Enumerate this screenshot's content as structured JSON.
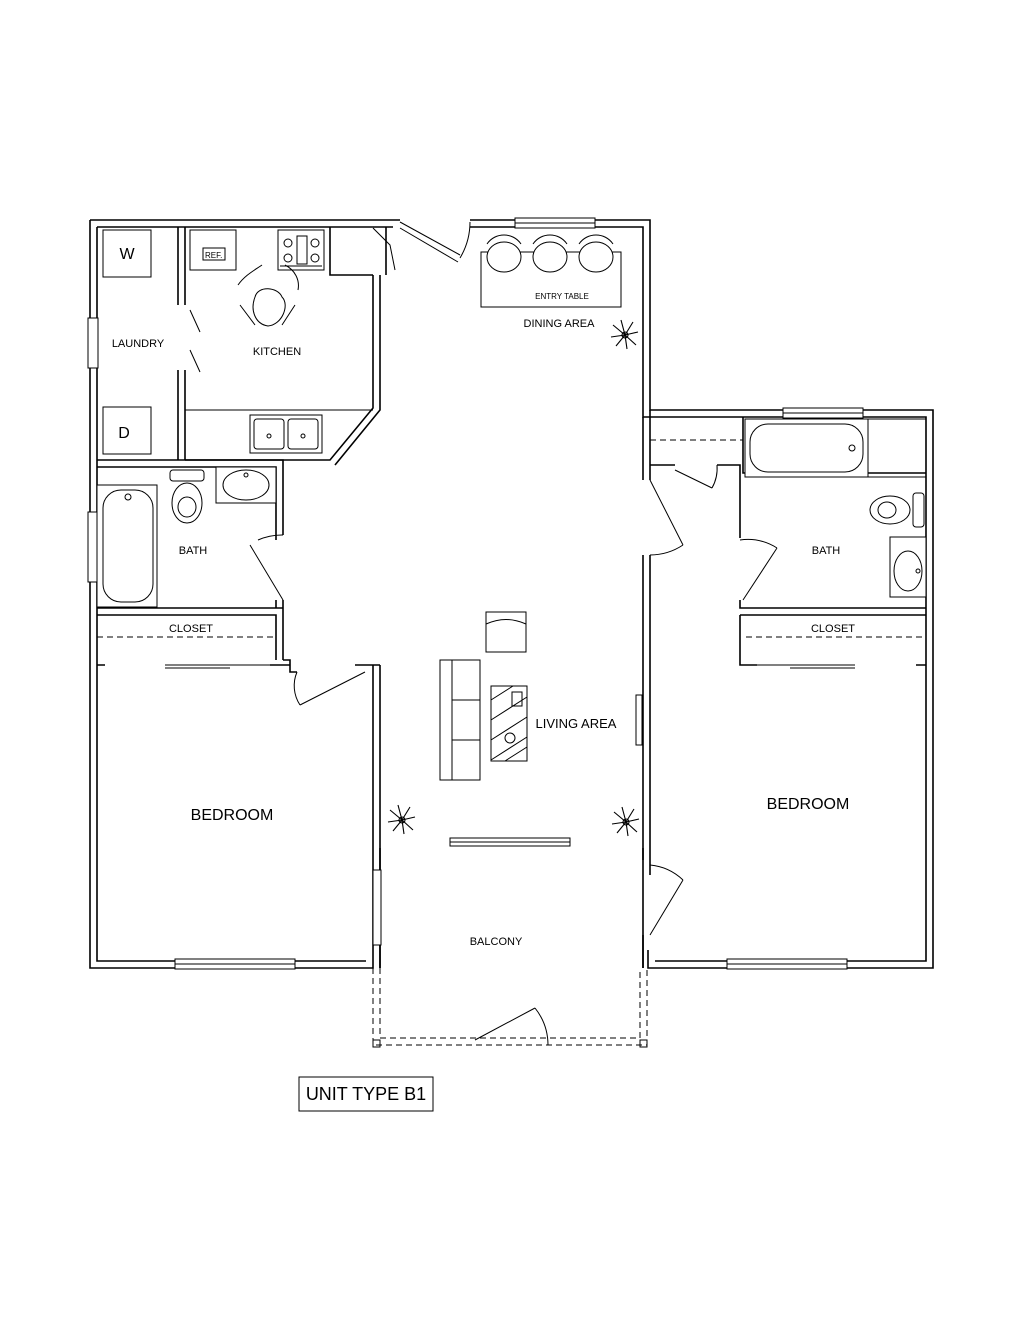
{
  "plan": {
    "unit_label": "UNIT TYPE B1",
    "rooms": {
      "laundry": "LAUNDRY",
      "kitchen": "KITCHEN",
      "dining_area": "DINING AREA",
      "entry_table": "ENTRY TABLE",
      "bath_left": "BATH",
      "bath_right": "BATH",
      "closet_left": "CLOSET",
      "closet_right": "CLOSET",
      "living_area": "LIVING AREA",
      "bedroom_left": "BEDROOM",
      "bedroom_right": "BEDROOM",
      "balcony": "BALCONY"
    },
    "appliances": {
      "washer": "W",
      "dryer": "D",
      "refrigerator": "REF."
    }
  }
}
